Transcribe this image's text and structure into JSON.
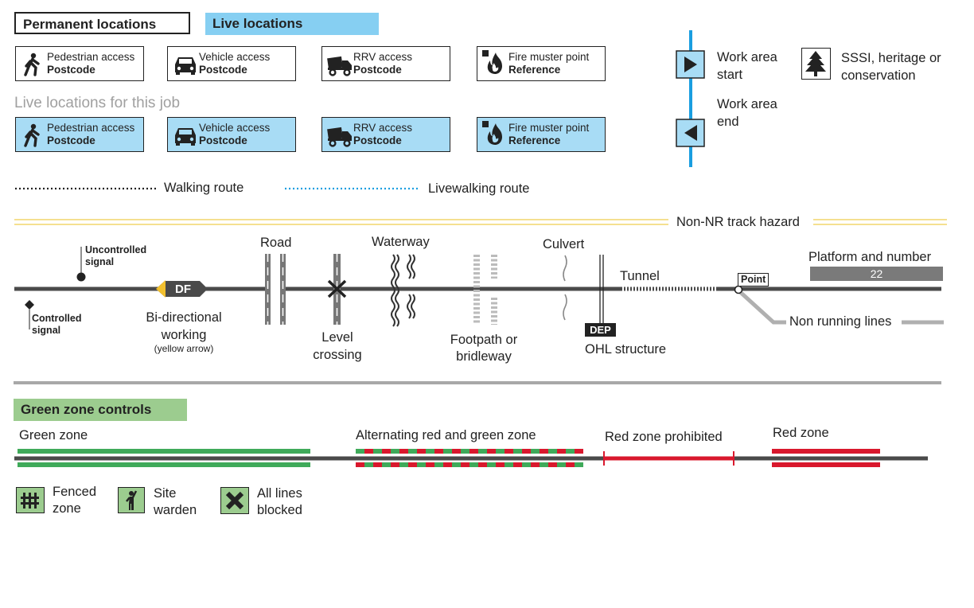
{
  "legend": {
    "permanent_title": "Permanent locations",
    "live_title": "Live locations",
    "live_job_title": "Live locations for this job",
    "permanent_items": [
      {
        "icon": "pedestrian-icon",
        "label": "Pedestrian access",
        "sub": "Postcode"
      },
      {
        "icon": "car-icon",
        "label": "Vehicle access",
        "sub": "Postcode"
      },
      {
        "icon": "rrv-truck-icon",
        "label": "RRV access",
        "sub": "Postcode"
      },
      {
        "icon": "fire-icon",
        "label": "Fire muster point",
        "sub": "Reference"
      }
    ],
    "live_items": [
      {
        "icon": "pedestrian-icon",
        "label": "Pedestrian access",
        "sub": "Postcode"
      },
      {
        "icon": "car-icon",
        "label": "Vehicle access",
        "sub": "Postcode"
      },
      {
        "icon": "rrv-truck-icon",
        "label": "RRV access",
        "sub": "Postcode"
      },
      {
        "icon": "fire-icon",
        "label": "Fire muster point",
        "sub": "Reference"
      }
    ],
    "work_area_start": "Work area start",
    "work_area_end": "Work area end",
    "sssi": "SSSI, heritage or conservation",
    "walking_route": "Walking route",
    "live_walking_route": "Livewalking route"
  },
  "track": {
    "non_nr_hazard": "Non-NR track hazard",
    "uncontrolled_signal": "Uncontrolled signal",
    "controlled_signal": "Controlled signal",
    "df_tag": "DF",
    "bidirectional": "Bi-directional working",
    "yellow_arrow": "(yellow arrow)",
    "road": "Road",
    "level_crossing": "Level crossing",
    "waterway": "Waterway",
    "footpath": "Footpath or bridleway",
    "culvert": "Culvert",
    "dep_tag": "DEP",
    "ohl": "OHL structure",
    "tunnel": "Tunnel",
    "point_tag": "Point",
    "non_running": "Non running lines",
    "platform": "Platform and number",
    "platform_number": "22"
  },
  "zones": {
    "title": "Green zone controls",
    "green": "Green zone",
    "alternating": "Alternating red and green zone",
    "red_prohibited": "Red zone prohibited",
    "red": "Red zone",
    "fenced": "Fenced zone",
    "warden": "Site warden",
    "blocked": "All lines blocked"
  },
  "colors": {
    "live_blue": "#a8dcf5",
    "walk_blue": "#1a9ee0",
    "green": "#3faa5a",
    "red": "#d9182d",
    "zone_green_bg": "#9ccc8f",
    "hazard_yellow": "#f2d56b",
    "track_grey": "#4a4a4a"
  }
}
